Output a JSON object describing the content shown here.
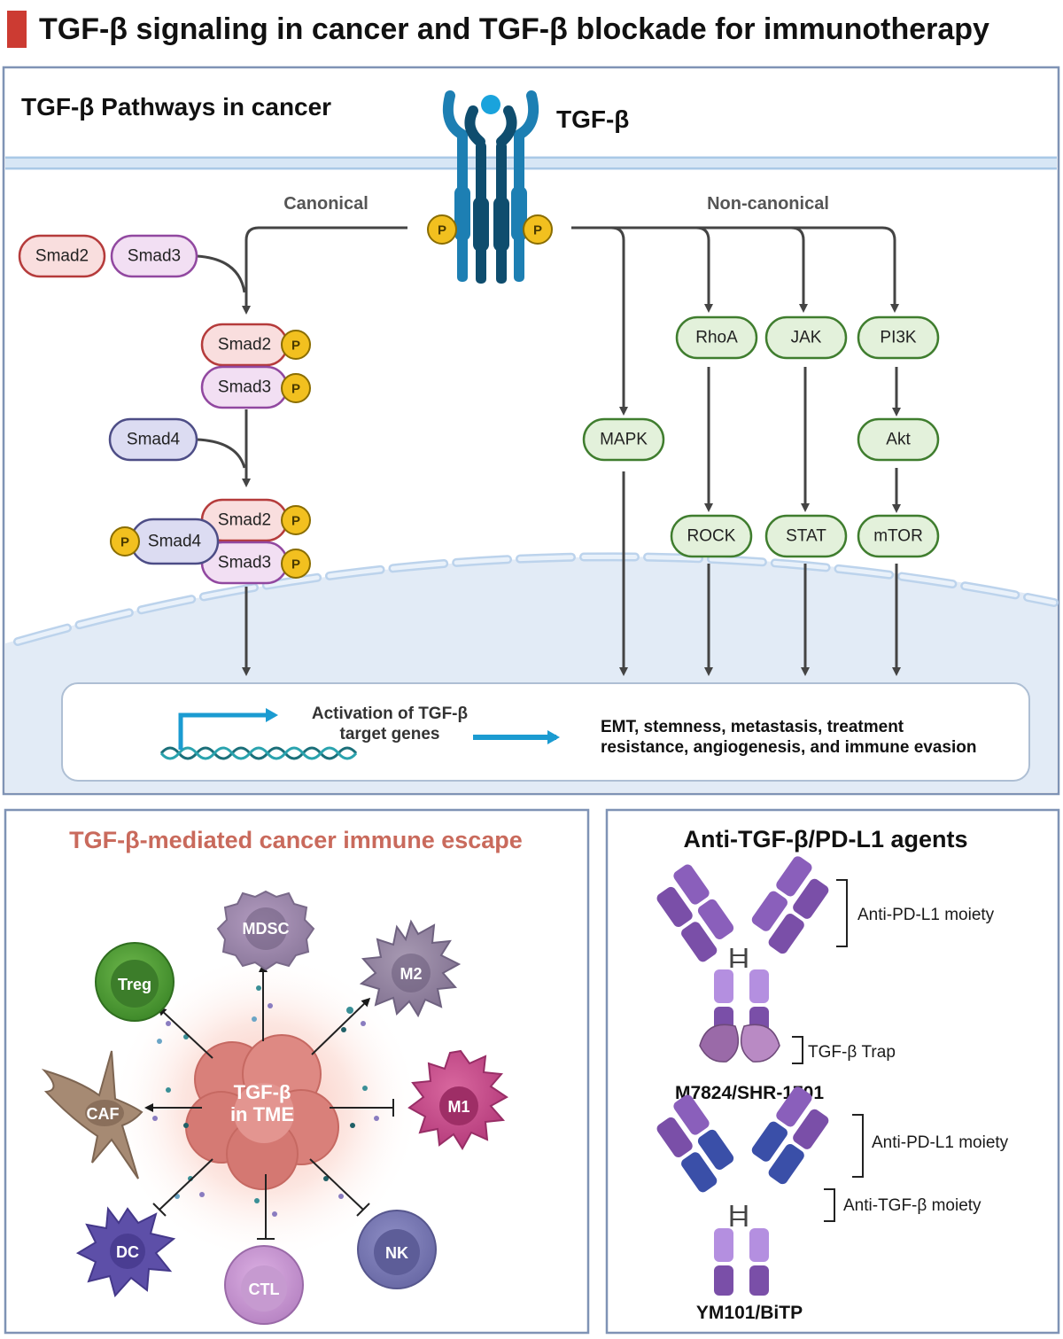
{
  "main_title": "TGF-β signaling in cancer and TGF-β blockade for immunotherapy",
  "accent_color": "#cc3b32",
  "top_panel": {
    "title": "TGF-β Pathways in cancer",
    "ligand_label": "TGF-β",
    "canonical_label": "Canonical",
    "noncanonical_label": "Non-canonical",
    "phospho": "P",
    "smad2": "Smad2",
    "smad3": "Smad3",
    "smad4": "Smad4",
    "nodes": {
      "rhoa": "RhoA",
      "jak": "JAK",
      "pi3k": "PI3K",
      "mapk": "MAPK",
      "akt": "Akt",
      "rock": "ROCK",
      "stat": "STAT",
      "mtor": "mTOR"
    },
    "activation_line1": "Activation of TGF-β",
    "activation_line2": "target genes",
    "outcome_line1": "EMT, stemness, metastasis, treatment",
    "outcome_line2": "resistance, angiogenesis, and immune evasion"
  },
  "escape_panel": {
    "title": "TGF-β-mediated cancer immune escape",
    "title_color": "#c96a5c",
    "center_line1": "TGF-β",
    "center_line2": "in TME",
    "cells": {
      "mdsc": "MDSC",
      "m2": "M2",
      "treg": "Treg",
      "caf": "CAF",
      "m1": "M1",
      "dc": "DC",
      "ctl": "CTL",
      "nk": "NK"
    }
  },
  "agents_panel": {
    "title": "Anti-TGF-β/PD-L1 agents",
    "agent1": {
      "pdl1_label": "Anti-PD-L1 moiety",
      "trap_label": "TGF-β Trap",
      "name": "M7824/SHR-1701"
    },
    "agent2": {
      "pdl1_label": "Anti-PD-L1 moiety",
      "tgfb_label": "Anti-TGF-β moiety",
      "name": "YM101/BiTP"
    }
  }
}
